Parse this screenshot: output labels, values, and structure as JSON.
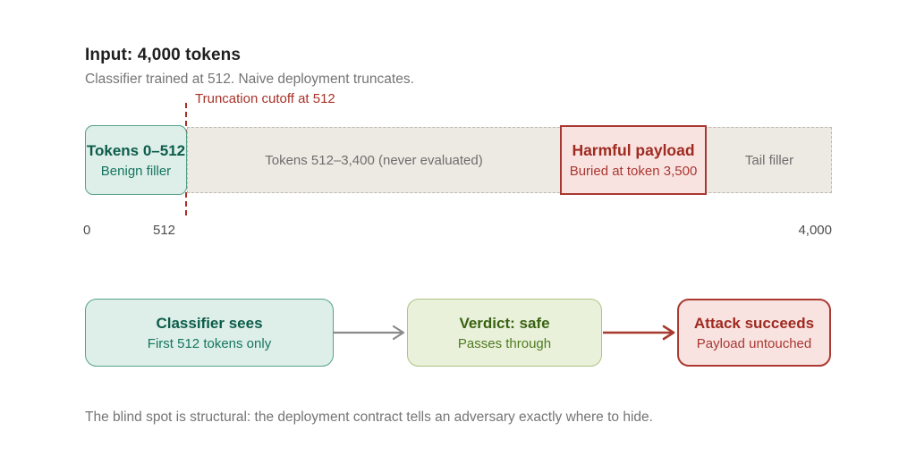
{
  "header": {
    "title": "Input: 4,000 tokens",
    "subtitle": "Classifier trained at 512. Naive deployment truncates."
  },
  "truncation": {
    "label": "Truncation cutoff at 512"
  },
  "bar": {
    "benign": {
      "title": "Tokens 0–512",
      "subtitle": "Benign filler"
    },
    "middle": {
      "label": "Tokens 512–3,400 (never evaluated)"
    },
    "payload": {
      "title": "Harmful payload",
      "subtitle": "Buried at token 3,500"
    },
    "tail": {
      "label": "Tail filler"
    }
  },
  "axis": {
    "start": "0",
    "cutoff": "512",
    "end": "4,000"
  },
  "flow": {
    "classifier": {
      "title": "Classifier sees",
      "subtitle": "First 512 tokens only"
    },
    "verdict": {
      "title": "Verdict: safe",
      "subtitle": "Passes through"
    },
    "attack": {
      "title": "Attack succeeds",
      "subtitle": "Payload untouched"
    }
  },
  "caption": "The blind spot is structural: the deployment contract tells an adversary exactly where to hide.",
  "colors": {
    "red_accent": "#a93228",
    "red_fill": "#f9e3e1",
    "teal_accent": "#0d5c4b",
    "teal_fill": "#ddefe8",
    "olive_accent": "#3a6213",
    "olive_fill": "#eaf1da",
    "neutral_fill": "#edeae3",
    "neutral_border": "#bfbab0",
    "gray_arrow": "#8a8a8a",
    "muted_text": "#757575"
  }
}
